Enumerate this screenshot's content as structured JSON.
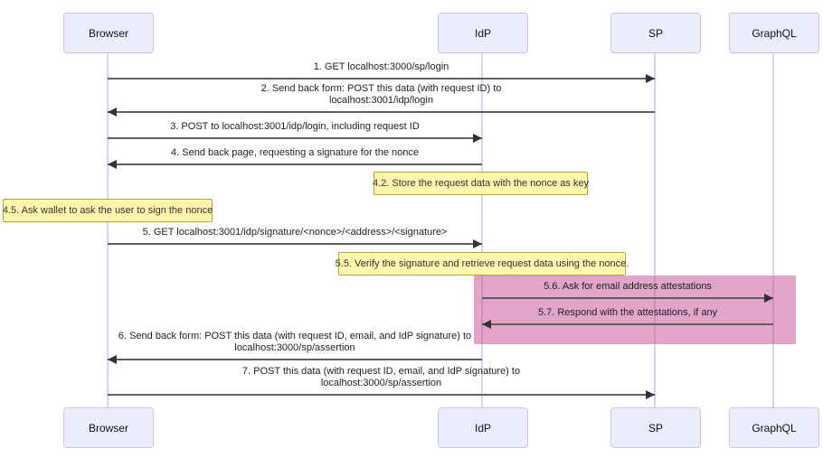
{
  "diagram": {
    "type": "sequence-diagram",
    "actors": [
      {
        "id": "browser",
        "label": "Browser"
      },
      {
        "id": "idp",
        "label": "IdP"
      },
      {
        "id": "sp",
        "label": "SP"
      },
      {
        "id": "graphql",
        "label": "GraphQL"
      }
    ],
    "events": [
      {
        "type": "message",
        "from": "browser",
        "to": "sp",
        "lines": [
          "1. GET localhost:3000/sp/login"
        ]
      },
      {
        "type": "message",
        "from": "sp",
        "to": "browser",
        "lines": [
          "2. Send back form: POST this data (with request ID) to",
          "localhost:3001/idp/login"
        ]
      },
      {
        "type": "message",
        "from": "browser",
        "to": "idp",
        "lines": [
          "3. POST to localhost:3001/idp/login, including request ID"
        ]
      },
      {
        "type": "message",
        "from": "idp",
        "to": "browser",
        "lines": [
          "4. Send back page, requesting a signature for the nonce"
        ]
      },
      {
        "type": "note",
        "over": "idp",
        "text": "4.2. Store the request data with the nonce as key"
      },
      {
        "type": "note",
        "over": "browser",
        "text": "4.5. Ask wallet to ask the user to sign the nonce"
      },
      {
        "type": "message",
        "from": "browser",
        "to": "idp",
        "lines": [
          "5. GET localhost:3001/idp/signature/<nonce>/<address>/<signature>"
        ]
      },
      {
        "type": "note",
        "over": "idp",
        "text": "5.5. Verify the signature and retrieve request data using the nonce."
      },
      {
        "type": "message",
        "from": "idp",
        "to": "graphql",
        "highlighted": true,
        "lines": [
          "5.6. Ask for email address attestations"
        ]
      },
      {
        "type": "message",
        "from": "graphql",
        "to": "idp",
        "highlighted": true,
        "lines": [
          "5.7. Respond with the attestations, if any"
        ]
      },
      {
        "type": "message",
        "from": "idp",
        "to": "browser",
        "lines": [
          "6. Send back form: POST this data (with request ID, email, and IdP signature) to",
          "localhost:3000/sp/assertion"
        ]
      },
      {
        "type": "message",
        "from": "browser",
        "to": "sp",
        "lines": [
          "7. POST this data (with request ID, email, and IdP signature) to",
          "localhost:3000/sp/assertion"
        ]
      }
    ],
    "colors": {
      "background": "#ffffff",
      "actor_fill": "#ECECFF",
      "actor_border": "#c6c6e0",
      "note_fill": "#fff5ad",
      "note_border": "#aaaa33",
      "highlight": "rgba(197,73,145,0.5)",
      "lifeline": "#d8d3f2",
      "line": "#5f5f5f",
      "text": "#1f1f1f"
    }
  }
}
